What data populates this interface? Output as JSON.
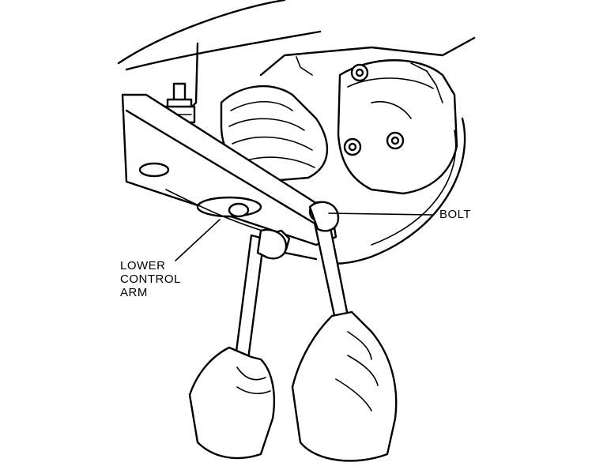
{
  "labels": {
    "bolt": "BOLT",
    "arm_line1": "LOWER",
    "arm_line2": "CONTROL",
    "arm_line3": "ARM"
  },
  "colors": {
    "ink": "#000000",
    "paper": "#ffffff"
  }
}
